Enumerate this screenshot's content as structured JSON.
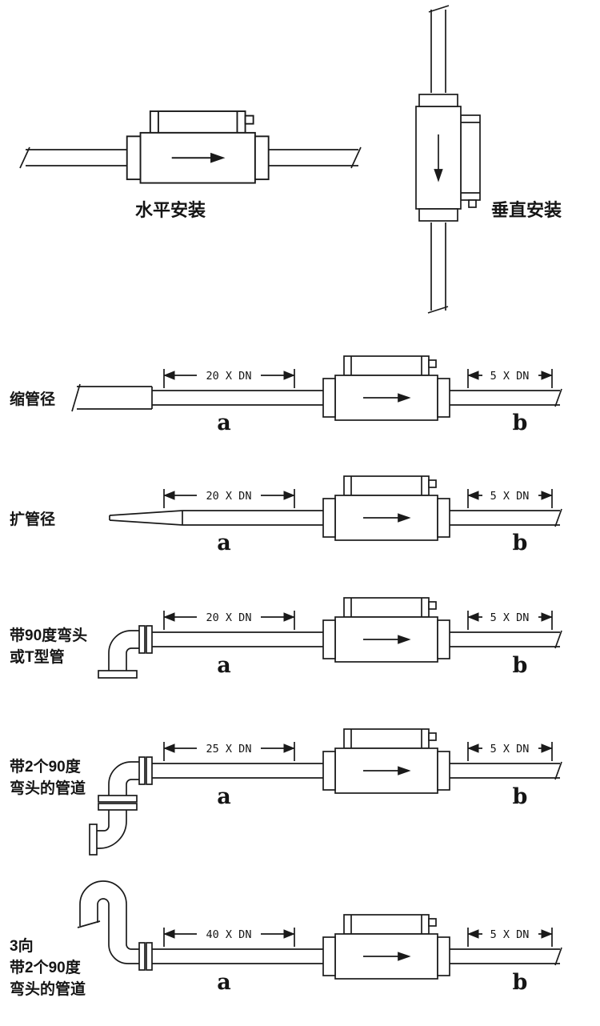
{
  "colors": {
    "ink": "#1a1a1a",
    "background": "#ffffff"
  },
  "installation_views": {
    "horizontal_label": "水平安装",
    "vertical_label": "垂直安装"
  },
  "rows": [
    {
      "label_lines": [
        "缩管径"
      ],
      "upstream_dim": "20 X DN",
      "downstream_dim": "5 X DN",
      "upstream_letter": "a",
      "downstream_letter": "b"
    },
    {
      "label_lines": [
        "扩管径"
      ],
      "upstream_dim": "20 X DN",
      "downstream_dim": "5 X DN",
      "upstream_letter": "a",
      "downstream_letter": "b"
    },
    {
      "label_lines": [
        "带90度弯头",
        "或T型管"
      ],
      "upstream_dim": "20 X DN",
      "downstream_dim": "5 X DN",
      "upstream_letter": "a",
      "downstream_letter": "b"
    },
    {
      "label_lines": [
        "带2个90度",
        "弯头的管道"
      ],
      "upstream_dim": "25 X DN",
      "downstream_dim": "5 X DN",
      "upstream_letter": "a",
      "downstream_letter": "b"
    },
    {
      "label_lines": [
        "3向",
        "带2个90度",
        "弯头的管道"
      ],
      "upstream_dim": "40 X DN",
      "downstream_dim": "5 X DN",
      "upstream_letter": "a",
      "downstream_letter": "b"
    }
  ]
}
